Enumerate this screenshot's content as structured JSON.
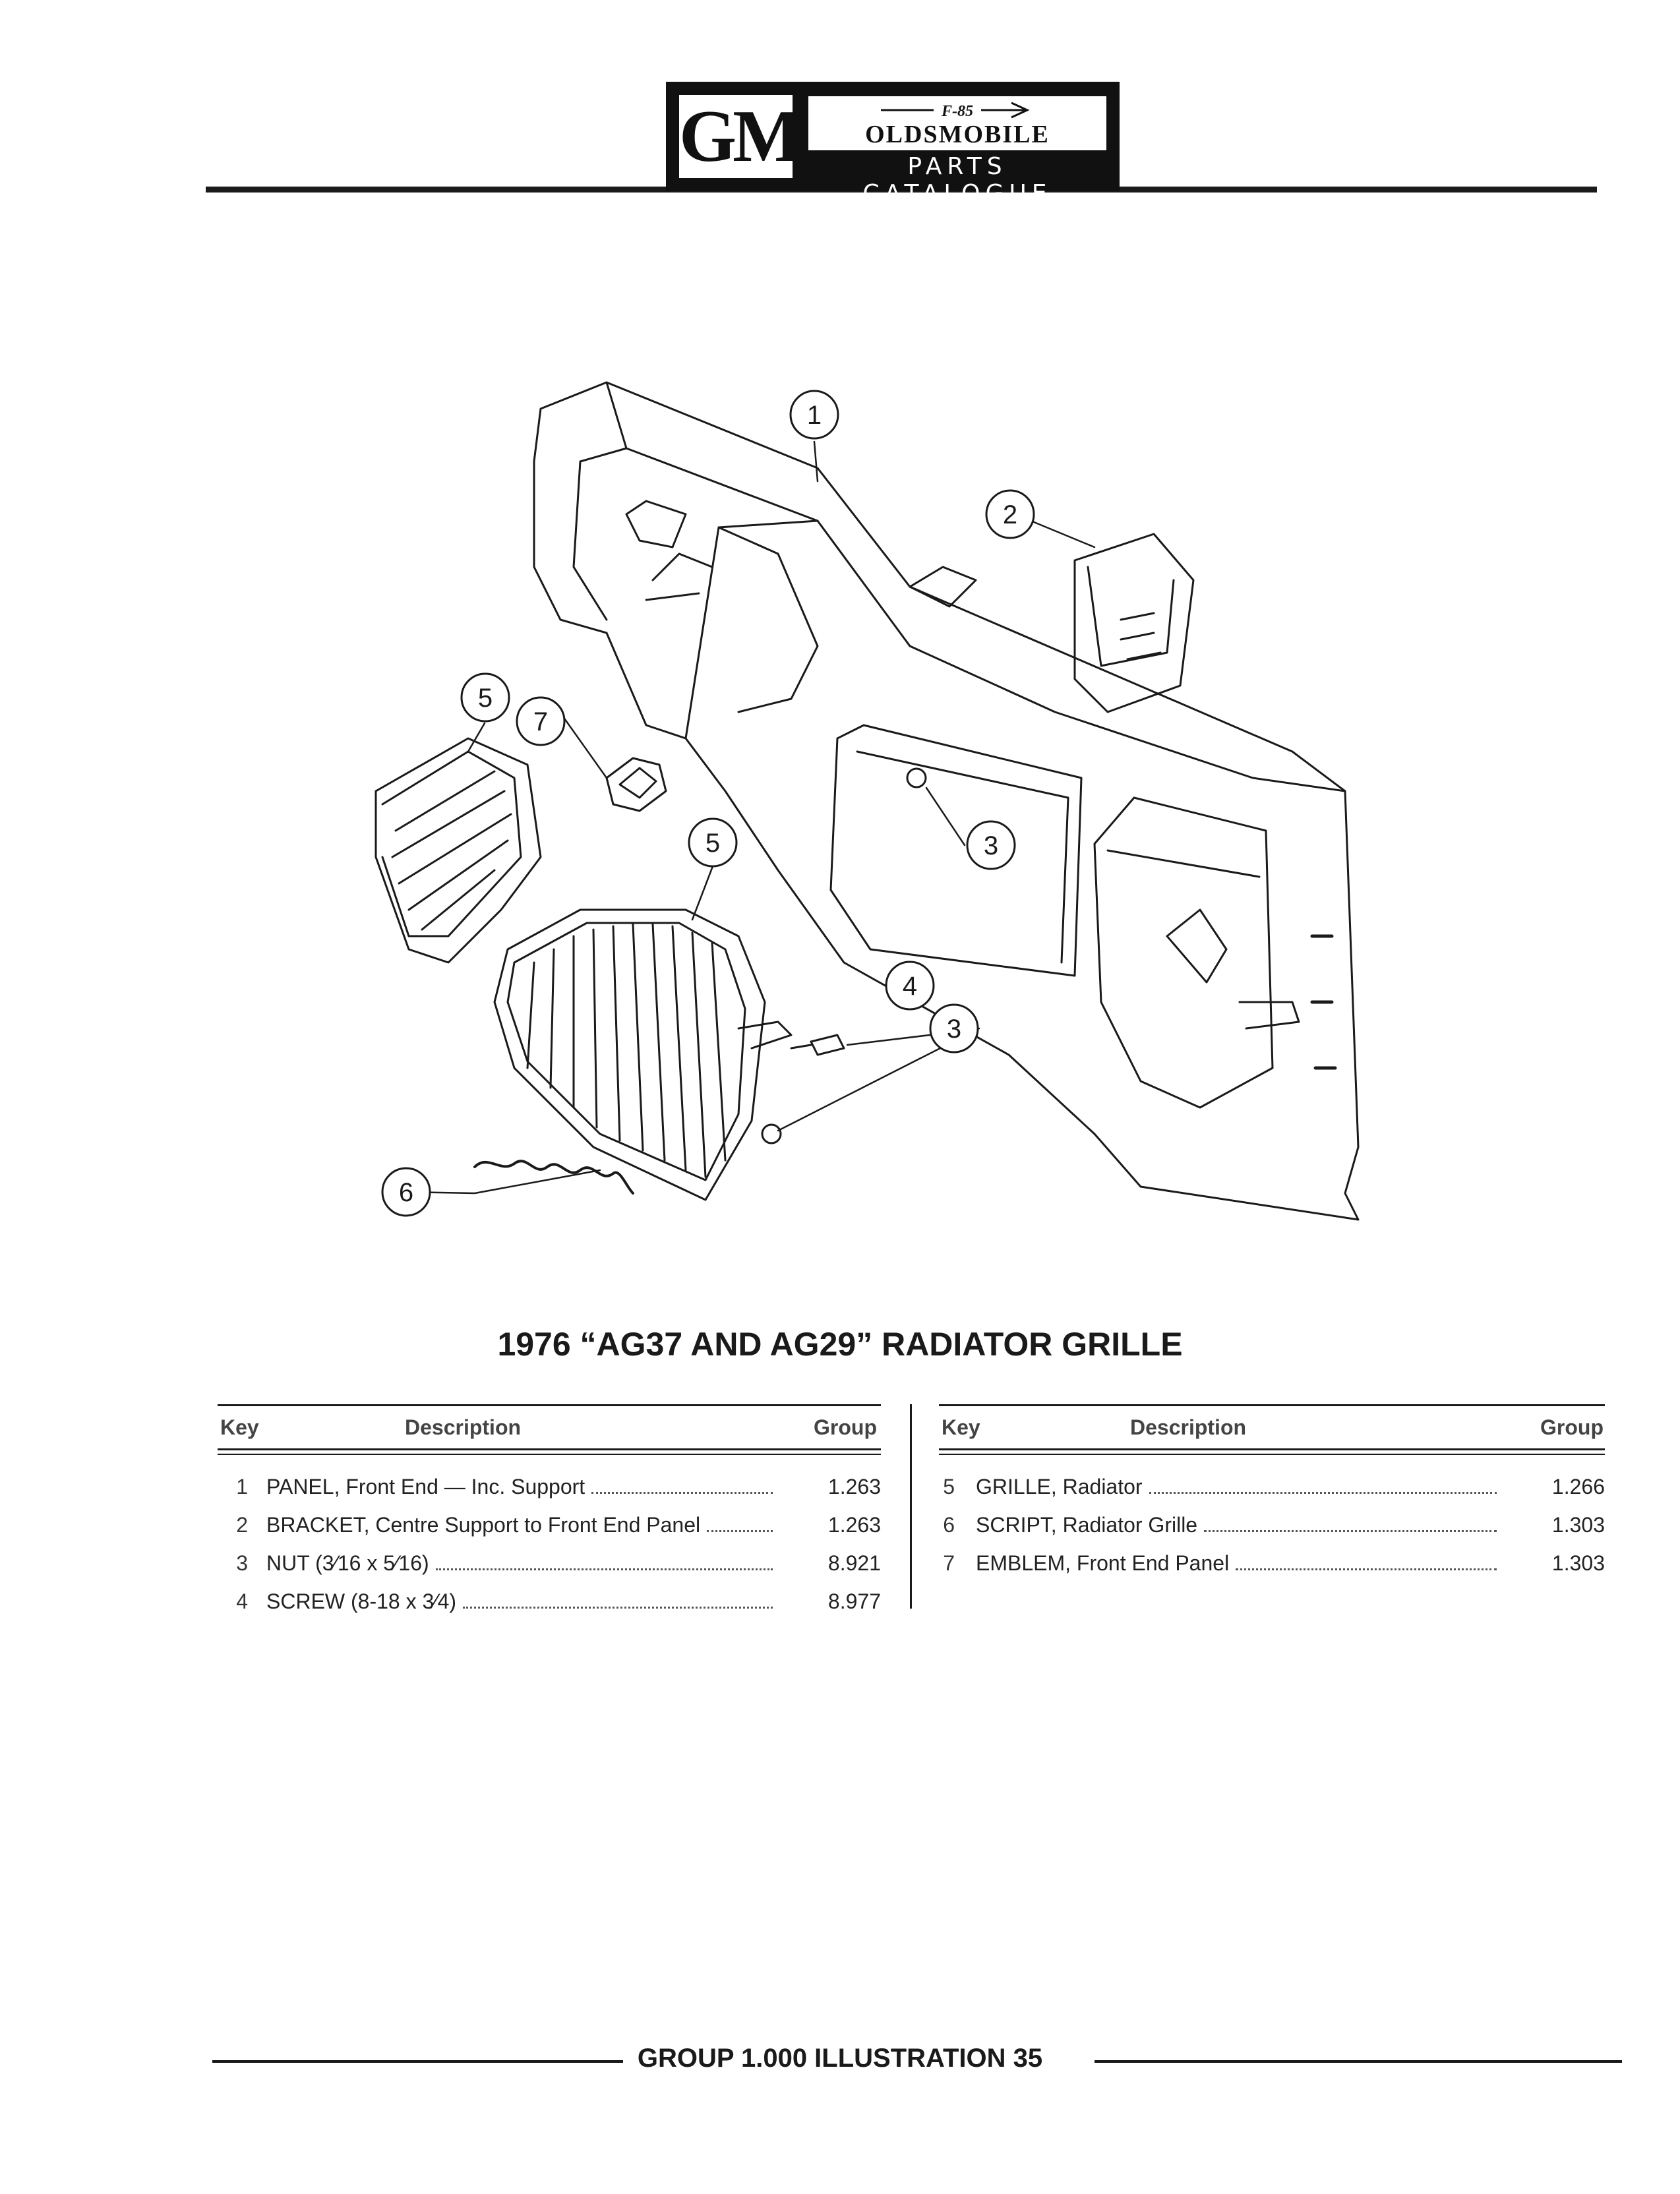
{
  "header": {
    "logo_gm": "GM",
    "logo_model": "F-85",
    "logo_brand": "OLDSMOBILE",
    "logo_catalogue": "PARTS CATALOGUE"
  },
  "illustration": {
    "callouts": [
      "1",
      "2",
      "3",
      "3",
      "4",
      "5",
      "5",
      "6",
      "7"
    ]
  },
  "title": "1976 “AG37 AND AG29” RADIATOR GRILLE",
  "table_headers": {
    "key": "Key",
    "description": "Description",
    "group": "Group"
  },
  "parts_left": [
    {
      "key": "1",
      "description": "PANEL, Front End — Inc. Support",
      "group": "1.263"
    },
    {
      "key": "2",
      "description": "BRACKET, Centre Support to Front End Panel",
      "group": "1.263"
    },
    {
      "key": "3",
      "description": "NUT (3⁄16 x 5⁄16)",
      "group": "8.921"
    },
    {
      "key": "4",
      "description": "SCREW (8-18 x 3⁄4)",
      "group": "8.977"
    }
  ],
  "parts_right": [
    {
      "key": "5",
      "description": "GRILLE, Radiator",
      "group": "1.266"
    },
    {
      "key": "6",
      "description": "SCRIPT, Radiator Grille",
      "group": "1.303"
    },
    {
      "key": "7",
      "description": "EMBLEM, Front End Panel",
      "group": "1.303"
    }
  ],
  "footer": "GROUP 1.000 ILLUSTRATION 35"
}
